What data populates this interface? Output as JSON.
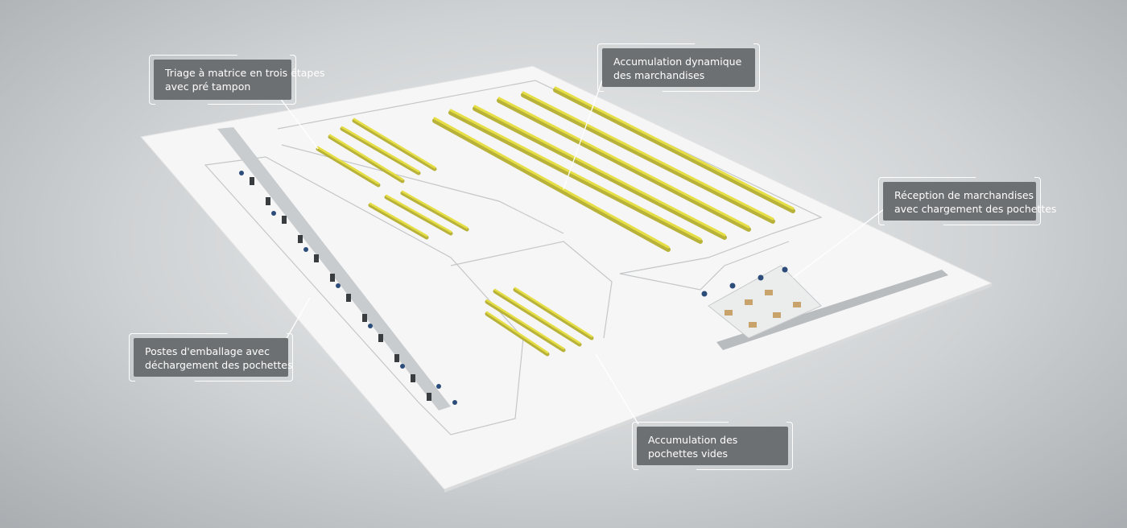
{
  "callouts": {
    "triage": {
      "line1": "Triage à matrice en trois étapes",
      "line2": "avec pré tampon"
    },
    "accumulation_dyn": {
      "line1": "Accumulation dynamique",
      "line2": "des marchandises"
    },
    "reception": {
      "line1": "Réception de marchandises",
      "line2": "avec chargement des pochettes"
    },
    "postes": {
      "line1": "Postes d'emballage avec",
      "line2": "déchargement des pochettes"
    },
    "pochettes_vides": {
      "line1": "Accumulation des",
      "line2": "pochettes vides"
    }
  },
  "colors": {
    "callout_bg": "#6d7073",
    "rail_yellow": "#d8cf3a",
    "floor": "#f6f6f6"
  }
}
